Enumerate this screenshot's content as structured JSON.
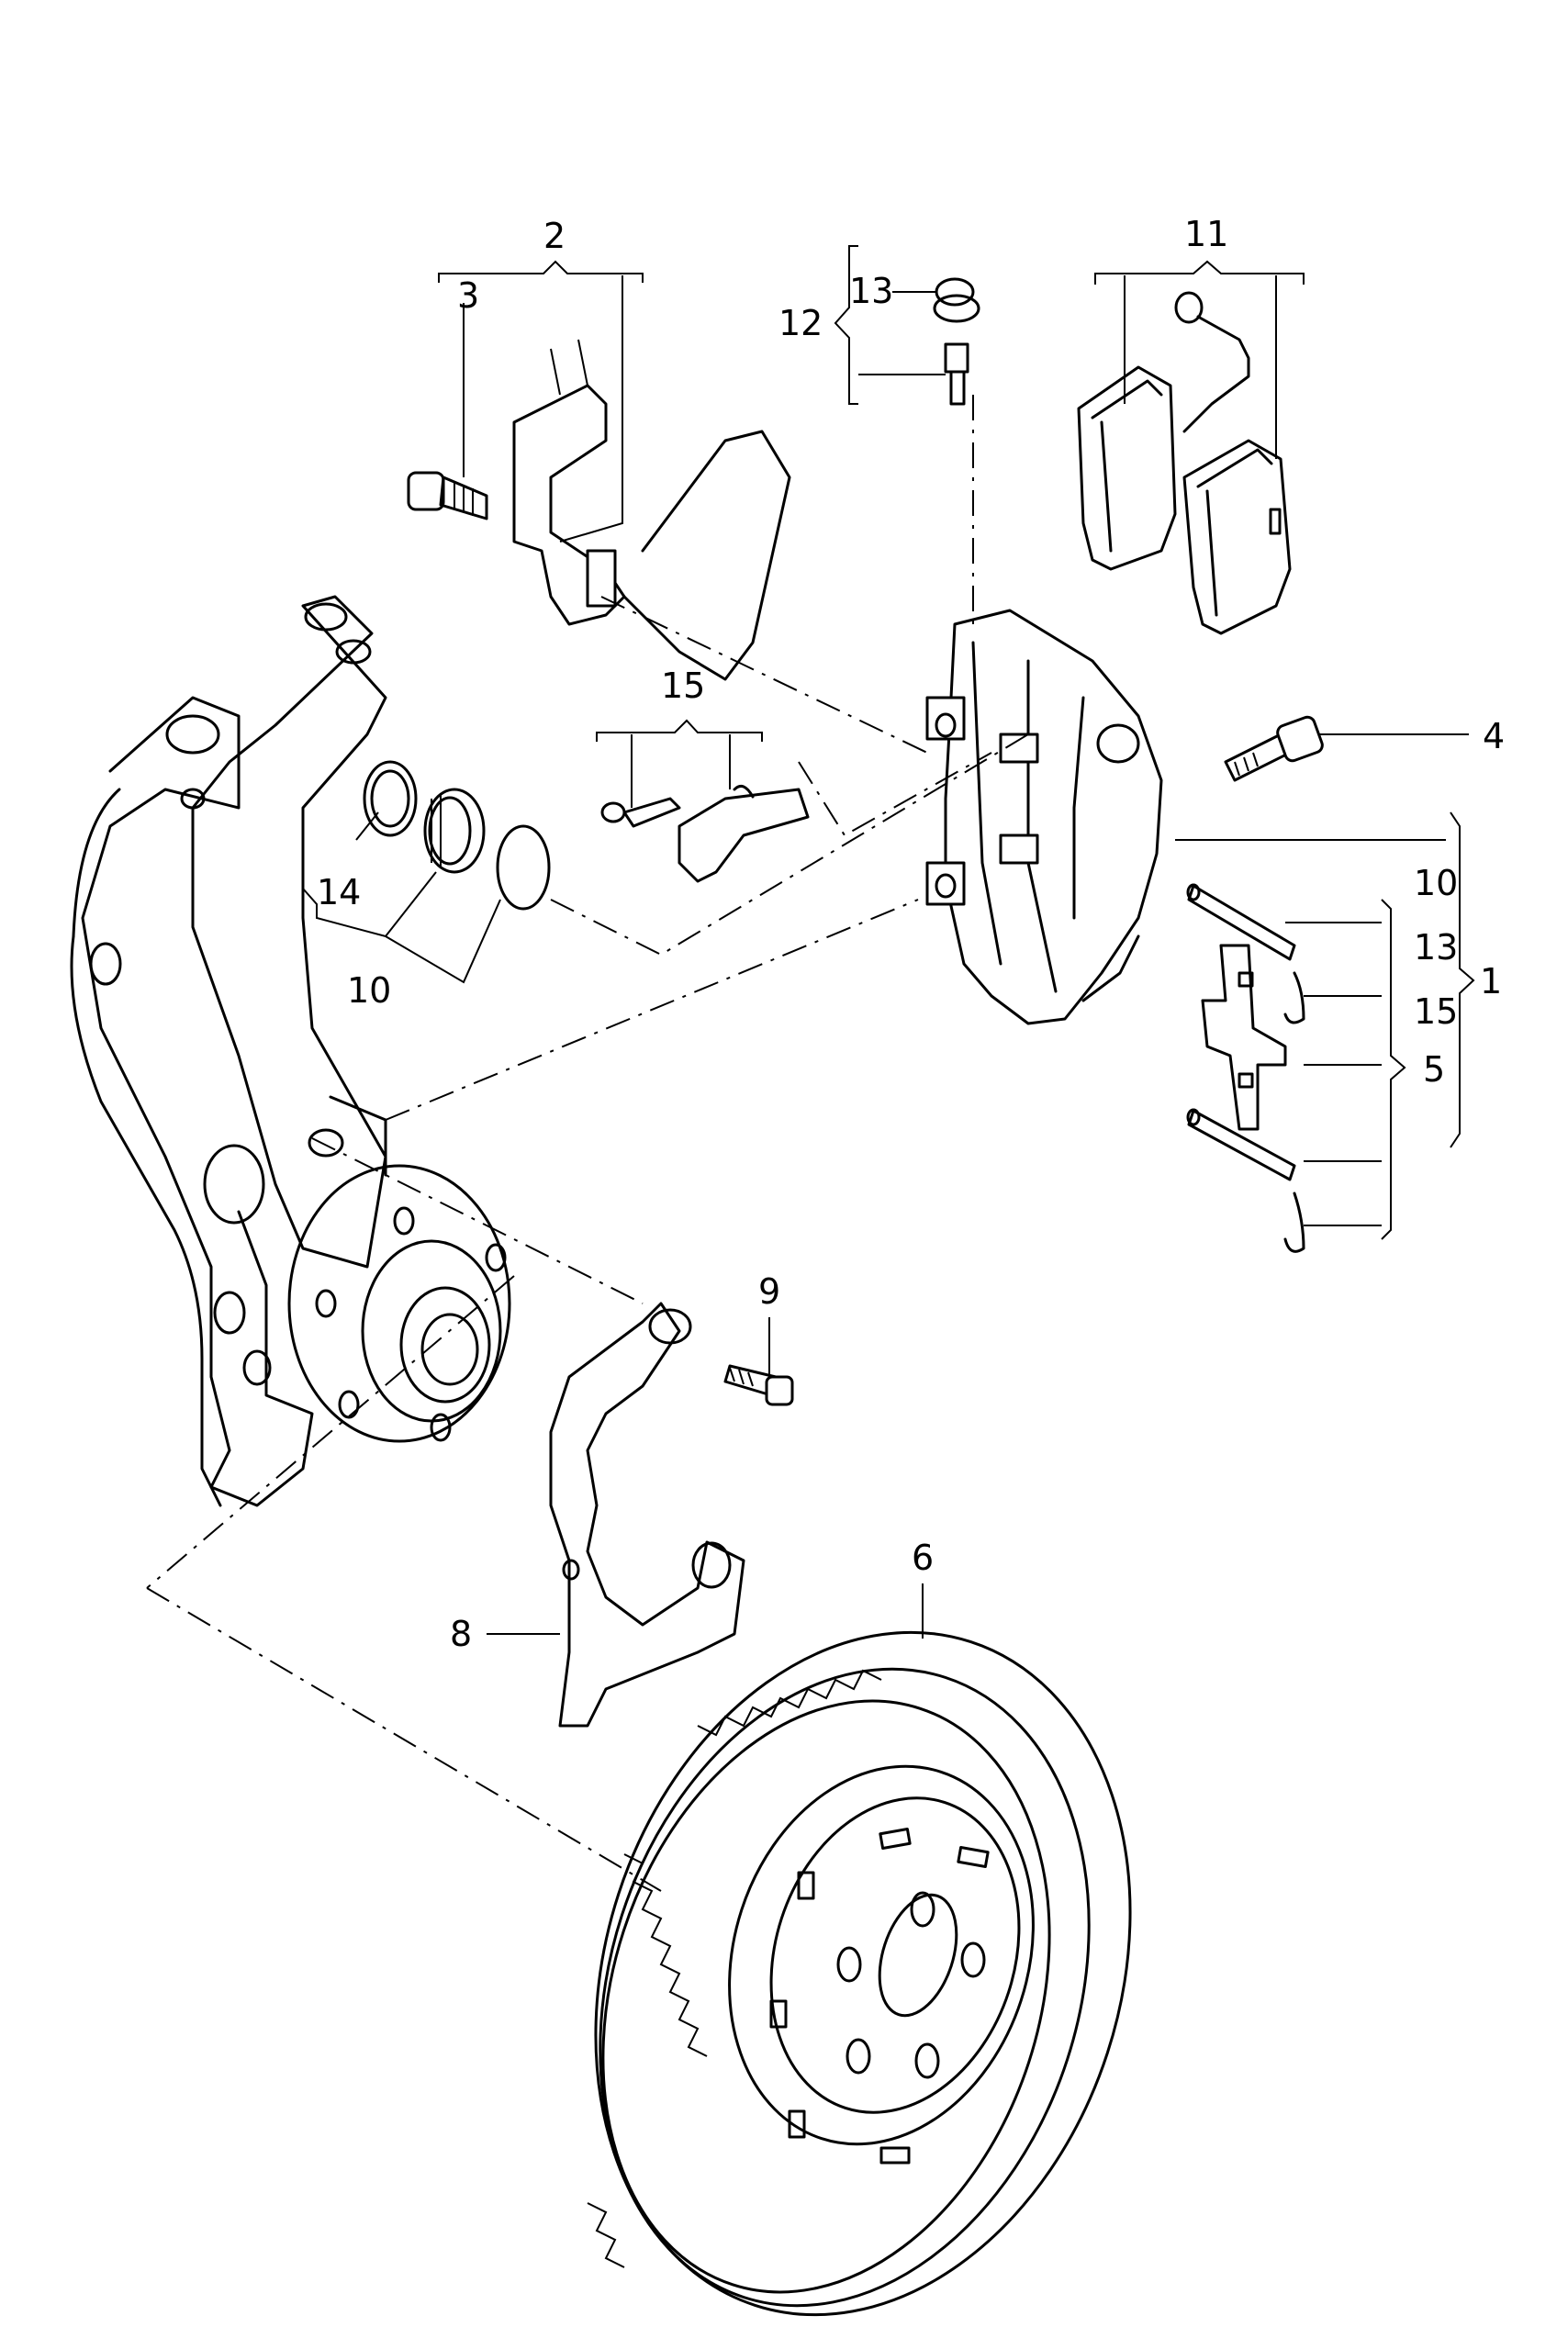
{
  "diagram": {
    "callouts": {
      "c1": "1",
      "c2": "2",
      "c3": "3",
      "c4": "4",
      "c5": "5",
      "c6": "6",
      "c8": "8",
      "c9": "9",
      "c10_right": "10",
      "c10_left": "10",
      "c11": "11",
      "c12": "12",
      "c13_top": "13",
      "c13_right": "13",
      "c14": "14",
      "c15_top": "15",
      "c15_right": "15"
    }
  }
}
